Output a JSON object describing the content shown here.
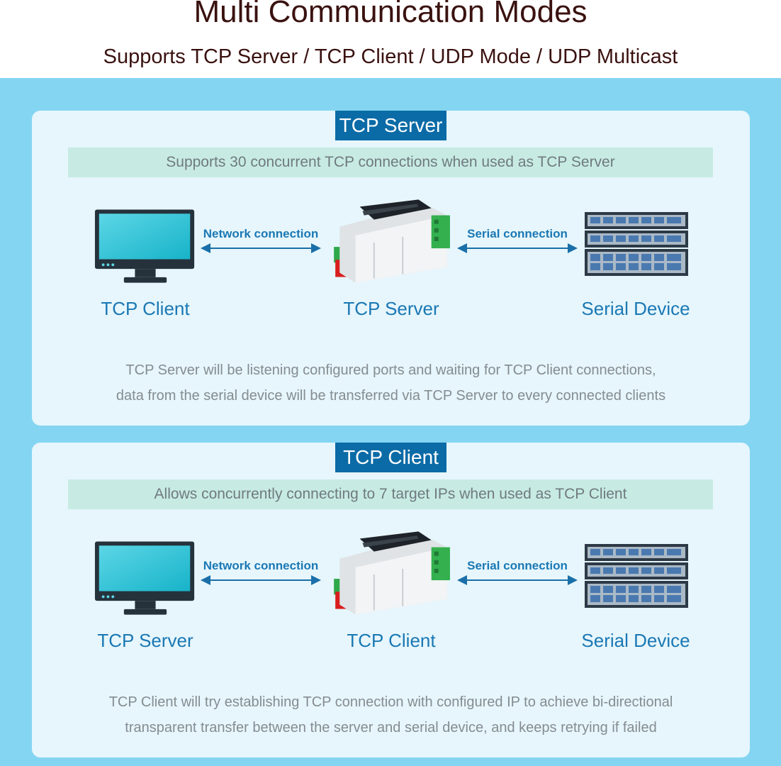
{
  "header": {
    "title": "Multi Communication Modes",
    "subtitle": "Supports TCP Server / TCP Client / UDP Mode / UDP Multicast"
  },
  "panels": [
    {
      "tag": "TCP Server",
      "band": "Supports 30 concurrent TCP connections when used as TCP Server",
      "left_label": "TCP Client",
      "center_label": "TCP Server",
      "right_label": "Serial Device",
      "left_arrow_label": "Network connection",
      "right_arrow_label": "Serial connection",
      "desc_line1": "TCP Server will be listening configured ports and waiting for TCP Client connections,",
      "desc_line2": "data from the serial device will be transferred via TCP Server to every connected clients"
    },
    {
      "tag": "TCP Client",
      "band": "Allows concurrently connecting to 7 target IPs when used as TCP Client",
      "left_label": "TCP Server",
      "center_label": "TCP Client",
      "right_label": "Serial Device",
      "left_arrow_label": "Network connection",
      "right_arrow_label": "Serial connection",
      "desc_line1": "TCP Client will try establishing TCP connection with configured IP to achieve bi-directional",
      "desc_line2": "transparent transfer between the server and serial device, and keeps retrying if failed"
    }
  ],
  "icons": {
    "left": "monitor-icon",
    "center": "din-rail-converter-icon",
    "right": "server-rack-icon",
    "arrows": "double-arrow-icon"
  },
  "colors": {
    "background": "#84d5f2",
    "panel": "#e6f6fc",
    "tag": "#0b6ba6",
    "band": "#c7ebe3",
    "label": "#1a78b4",
    "title": "#3a1210"
  }
}
